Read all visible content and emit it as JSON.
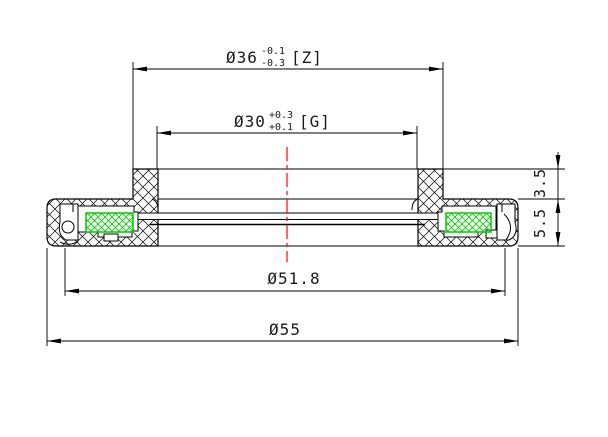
{
  "drawing": {
    "type": "technical-cross-section",
    "background_color": "#ffffff",
    "outline_color": "#000000",
    "centerline_color": "#ff0000",
    "magnet_color": "#00cc00",
    "dimensions": {
      "outer_flange": {
        "prefix": "Ø36",
        "tol_upper": "-0.1",
        "tol_lower": "-0.3",
        "suffix": "[Z]"
      },
      "inner_flange": {
        "prefix": "Ø30",
        "tol_upper": "+0.3",
        "tol_lower": "+0.1",
        "suffix": "[G]"
      },
      "groove_diameter": {
        "label": "Ø51.8"
      },
      "outer_diameter": {
        "label": "Ø55"
      },
      "flange_height": {
        "label": "3.5"
      },
      "section_height": {
        "label": "5.5"
      }
    }
  }
}
